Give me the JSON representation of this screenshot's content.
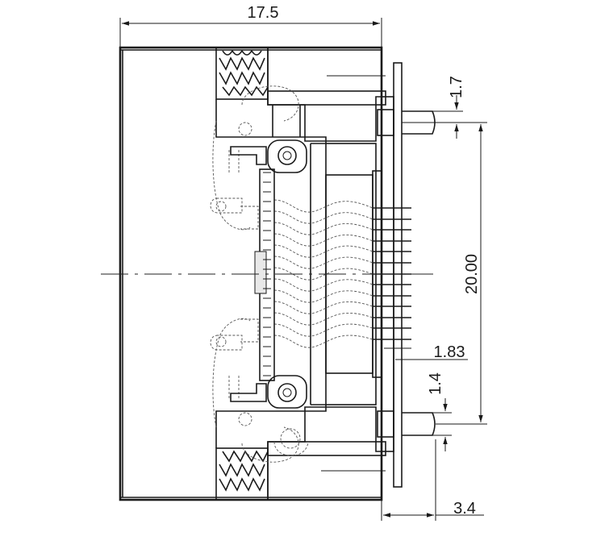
{
  "drawing": {
    "dimensions": {
      "overall_width": "17.5",
      "flange_offset": "1.7",
      "mounting_pitch": "20.00",
      "pin_pitch": "1.83",
      "pin_offset": "1.4",
      "flange_depth": "3.4"
    },
    "line_color": "#1a1a1a",
    "hidden_line_color": "#555555",
    "background": "#ffffff"
  }
}
